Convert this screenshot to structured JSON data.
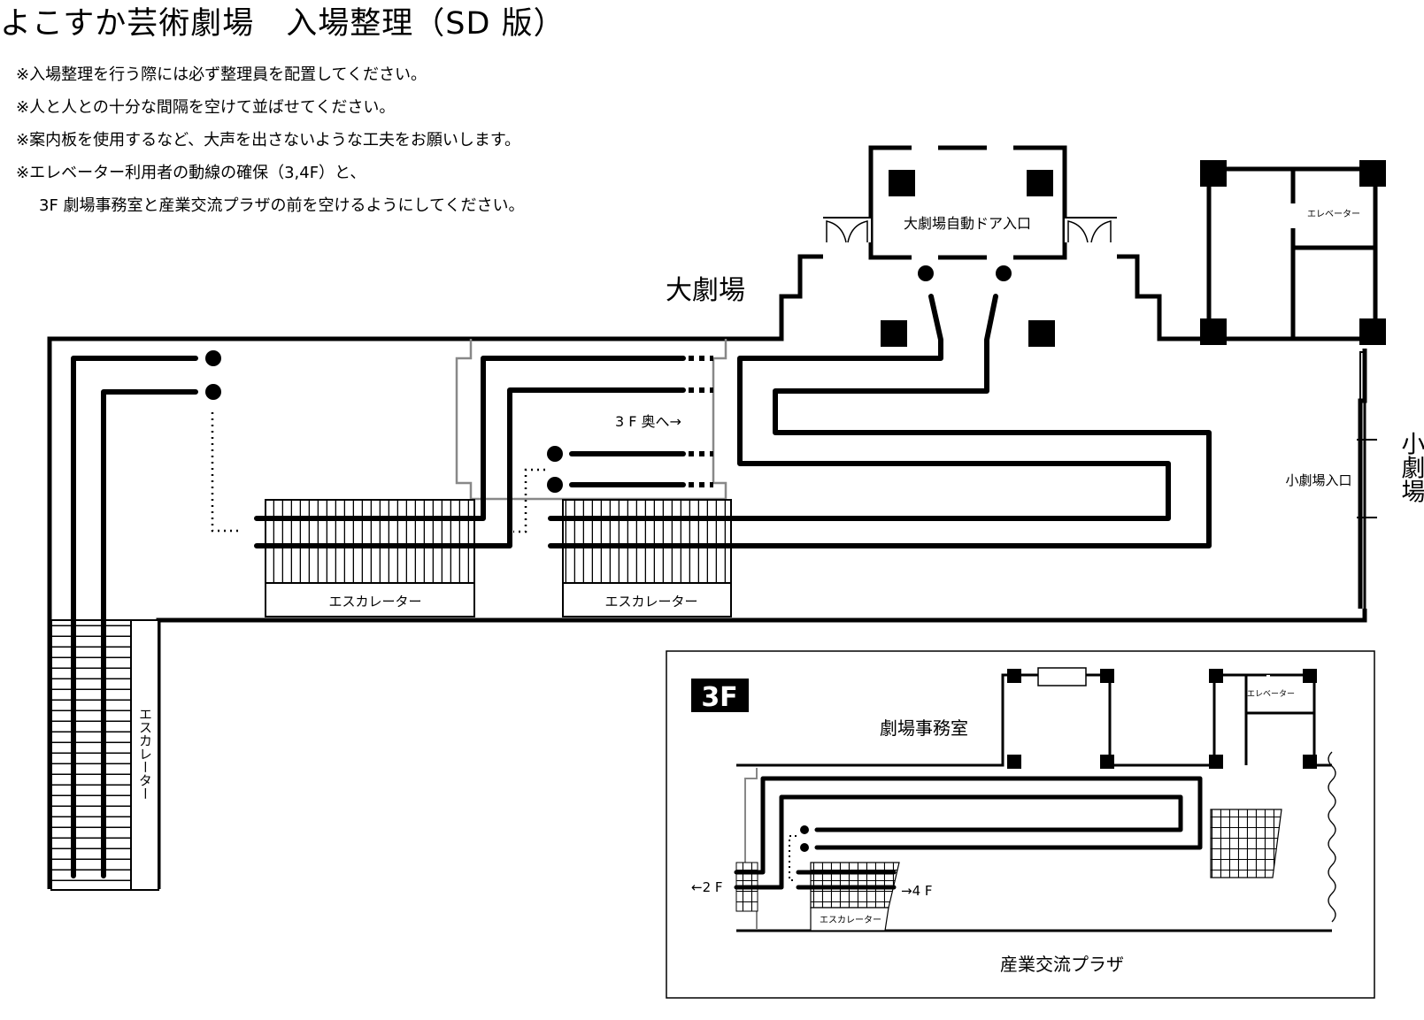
{
  "title": "よこすか芸術劇場　入場整理（SD 版）",
  "notes": [
    "※入場整理を行う際には必ず整理員を配置してください。",
    "※人と人との十分な間隔を空けて並ばせてください。",
    "※案内板を使用するなど、大声を出さないような工夫をお願いします。",
    "※エレベーター利用者の動線の確保（3,4F）と、",
    "3F 劇場事務室と産業交流プラザの前を空けるようにしてください。"
  ],
  "labels": {
    "main_hall": "大劇場",
    "auto_door": "大劇場自動ドア入口",
    "elevator": "エレベーター",
    "small_hall": "小劇場",
    "small_hall_entrance": "小劇場入口",
    "to_3f_back": "3 F 奥へ→",
    "escalator": "エスカレーター"
  },
  "inset": {
    "floor_badge": "3F",
    "office": "劇場事務室",
    "plaza": "産業交流プラザ",
    "to_2f": "←2 F",
    "to_4f": "→4 F",
    "escalator": "エスカレーター",
    "elevator": "エレベーター"
  }
}
